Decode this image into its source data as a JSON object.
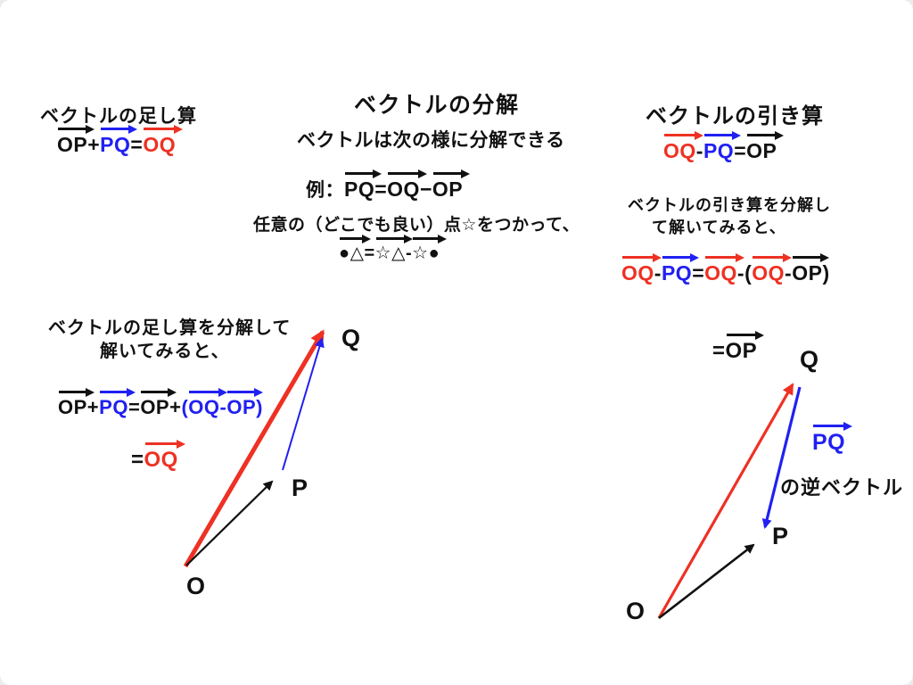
{
  "colors": {
    "red": "#ee3123",
    "blue": "#2020f2",
    "black": "#111111"
  },
  "top_left": {
    "title": "ベクトルの足し算",
    "eq_add": {
      "op1": "OP",
      "plus": "+",
      "pq": "PQ",
      "eq": "=",
      "oq": "OQ"
    }
  },
  "center": {
    "title": "ベクトルの分解",
    "subtitle": "ベクトルは次の様に分解できる",
    "eq_decomp": {
      "rei": "例：",
      "pq": "PQ",
      "eq": "=",
      "oq": "OQ",
      "dash": "−",
      "op": "OP"
    },
    "line2": "任意の（どこでも良い）点☆をつかって、",
    "eq_sym": {
      "s1": "●△",
      "eq": "=",
      "s2": "☆△",
      "minus": "-",
      "s3": "☆●"
    }
  },
  "top_right": {
    "title": "ベクトルの引き算",
    "eq_sub": {
      "oq": "OQ",
      "minus": "-",
      "pq": "PQ",
      "eq": "=",
      "op": "OP"
    },
    "sub1": "ベクトルの引き算を分解し",
    "sub2": "て解いてみると、",
    "eq_sub_expand": {
      "oq1": "OQ",
      "m1": "-",
      "pq": "PQ",
      "eq": "=",
      "oq2": "OQ",
      "m2": "-",
      "lp": "(",
      "oq3": "OQ",
      "m3": "-",
      "op": "OP",
      "rp": ")"
    },
    "eq_sub_result": {
      "eq": "=",
      "op": "OP"
    }
  },
  "bottom_left": {
    "sub1": "ベクトルの足し算を分解して",
    "sub2": "解いてみると、",
    "eq_add_expand": {
      "op1": "OP",
      "plus1": "+",
      "pq": "PQ",
      "eq": "=",
      "op2": "OP",
      "plus2": "+",
      "lp": "(",
      "oq": "OQ",
      "minus": "-",
      "op3": "OP",
      "rp": ")"
    },
    "eq_add_result": {
      "eq": "=",
      "oq": "OQ"
    },
    "labels": {
      "o": "O",
      "p": "P",
      "q": "Q"
    }
  },
  "bottom_right": {
    "pq_label": "PQ",
    "note": "の逆ベクトル",
    "labels": {
      "o": "O",
      "p": "P",
      "q": "Q"
    }
  }
}
